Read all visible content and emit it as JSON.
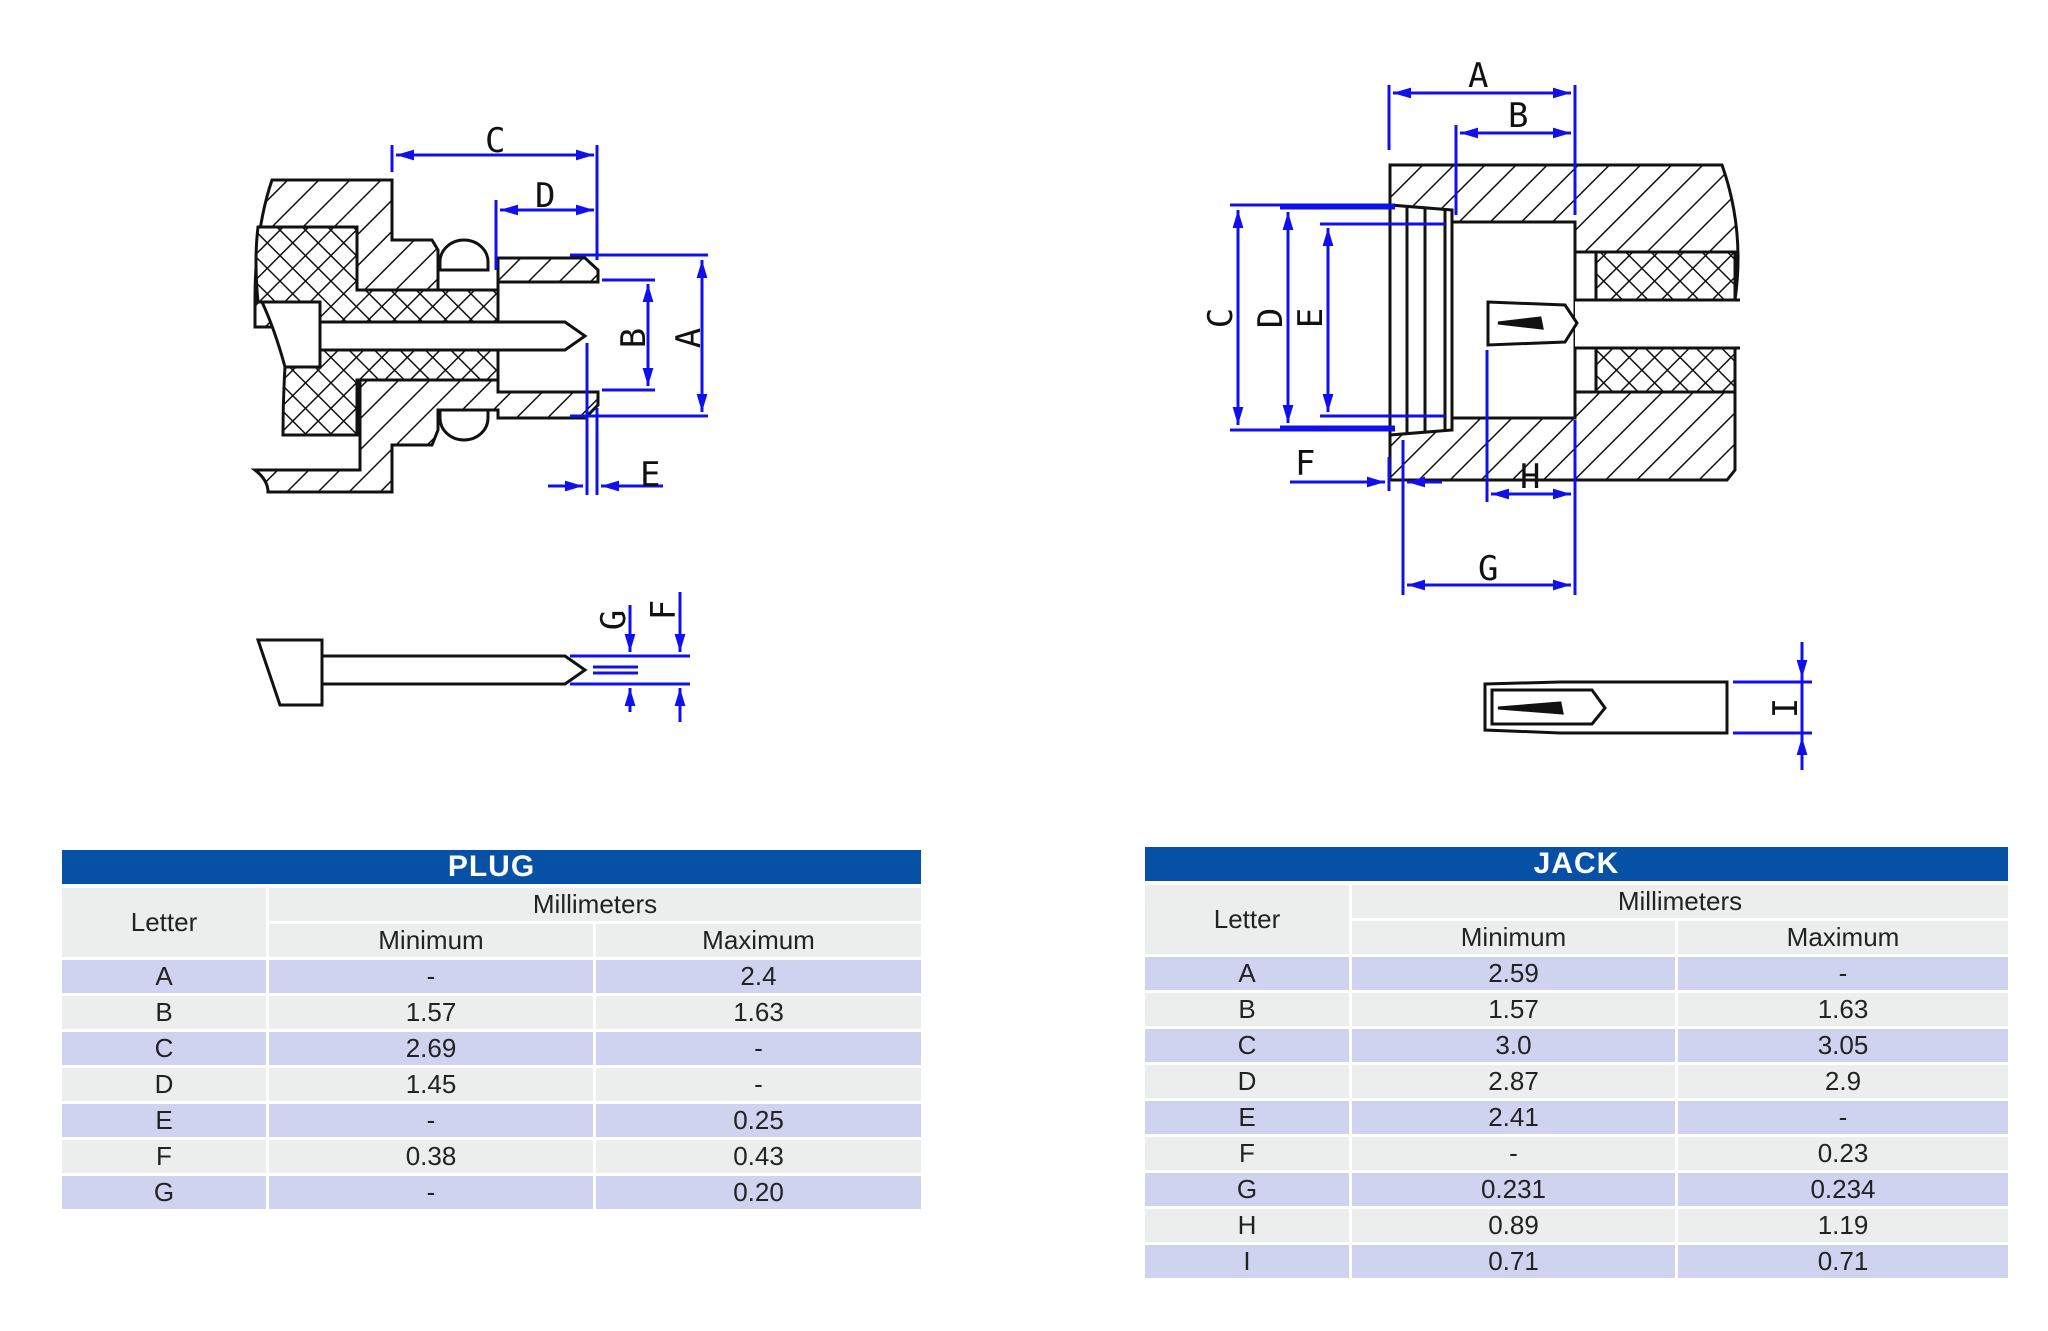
{
  "drawings": {
    "plug_labels": {
      "A": "A",
      "B": "B",
      "C": "C",
      "D": "D",
      "E": "E",
      "F": "F",
      "G": "G"
    },
    "jack_labels": {
      "A": "A",
      "B": "B",
      "C": "C",
      "D": "D",
      "E": "E",
      "F": "F",
      "G": "G",
      "H": "H",
      "I": "I"
    },
    "dimension_color": "#1010ee",
    "line_color": "#111111"
  },
  "plug_table": {
    "title": "PLUG",
    "letter_header": "Letter",
    "unit_header": "Millimeters",
    "min_header": "Minimum",
    "max_header": "Maximum",
    "rows": [
      {
        "letter": "A",
        "min": "-",
        "max": "2.4"
      },
      {
        "letter": "B",
        "min": "1.57",
        "max": "1.63"
      },
      {
        "letter": "C",
        "min": "2.69",
        "max": "-"
      },
      {
        "letter": "D",
        "min": "1.45",
        "max": "-"
      },
      {
        "letter": "E",
        "min": "-",
        "max": "0.25"
      },
      {
        "letter": "F",
        "min": "0.38",
        "max": "0.43"
      },
      {
        "letter": "G",
        "min": "-",
        "max": "0.20"
      }
    ]
  },
  "jack_table": {
    "title": "JACK",
    "letter_header": "Letter",
    "unit_header": "Millimeters",
    "min_header": "Minimum",
    "max_header": "Maximum",
    "rows": [
      {
        "letter": "A",
        "min": "2.59",
        "max": "-"
      },
      {
        "letter": "B",
        "min": "1.57",
        "max": "1.63"
      },
      {
        "letter": "C",
        "min": "3.0",
        "max": "3.05"
      },
      {
        "letter": "D",
        "min": "2.87",
        "max": "2.9"
      },
      {
        "letter": "E",
        "min": "2.41",
        "max": "-"
      },
      {
        "letter": "F",
        "min": "-",
        "max": "0.23"
      },
      {
        "letter": "G",
        "min": "0.231",
        "max": "0.234"
      },
      {
        "letter": "H",
        "min": "0.89",
        "max": "1.19"
      },
      {
        "letter": "I",
        "min": "0.71",
        "max": "0.71"
      }
    ]
  },
  "colors": {
    "title_bar": "#0650a6",
    "row_shaded": "#d0d3ef",
    "row_light": "#eceeee"
  }
}
